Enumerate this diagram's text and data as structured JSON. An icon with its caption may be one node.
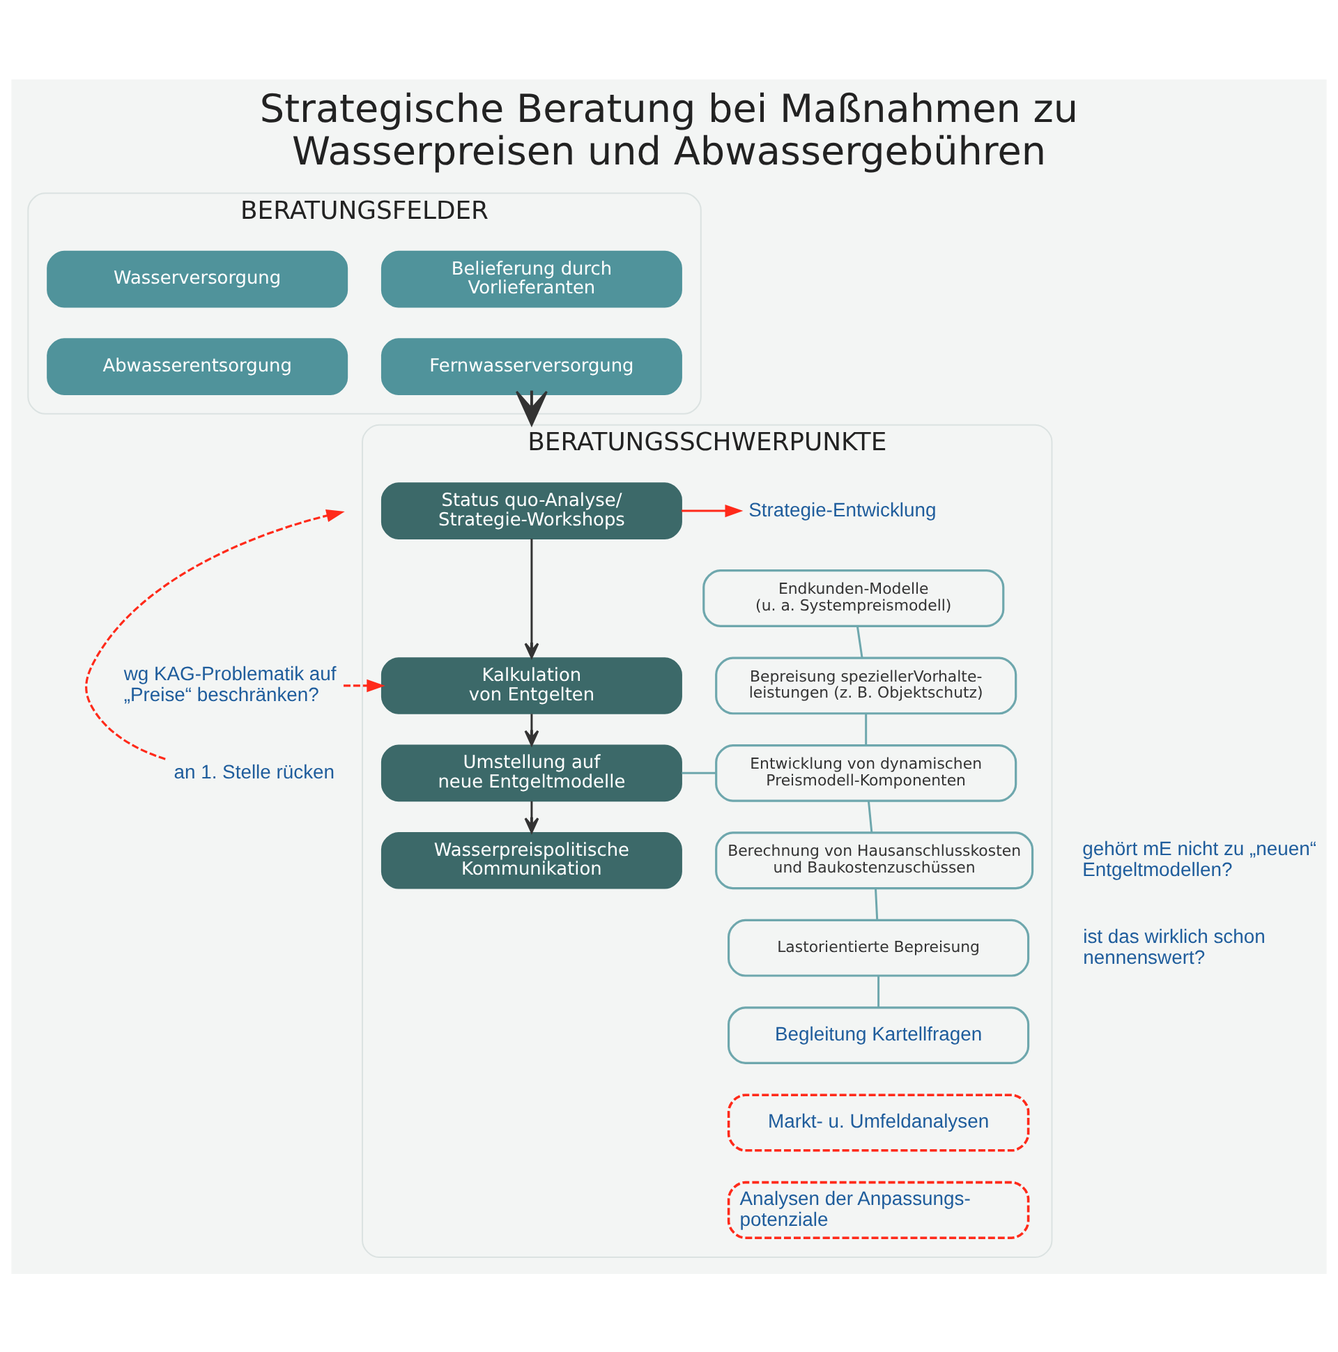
{
  "diagram": {
    "title": "Strategische Beratung bei Maßnahmen zu Wasserpreisen und Abwassergebühren",
    "nodes": [
      {
        "text": [
          "BERATUNGSFELDER"
        ]
      },
      {
        "text": [
          "Wasserversorgung"
        ],
        "in": 0
      },
      {
        "text": [
          "Belieferung durch Vorlieferanten"
        ],
        "in": 0
      },
      {
        "text": [
          "Abwasserentsorgung"
        ],
        "in": 0
      },
      {
        "text": [
          "Fernwasserversorgung"
        ],
        "in": 0
      },
      {
        "text": [
          "BERATUNGSSCHWERPUNKTE"
        ]
      },
      {
        "text": [
          "Status quo-Analyse/ Strategie-Workshops"
        ],
        "in": 5
      },
      {
        "text": [
          "Kalkulation von Entgelten"
        ],
        "in": 5
      },
      {
        "text": [
          "Umstellung auf neue Entgeltmodelle"
        ],
        "in": 5
      },
      {
        "text": [
          "Wasserpreispolitische Kommunikation"
        ],
        "in": 5
      },
      {
        "text": [
          "Strategie-Entwicklung"
        ],
        "in": 5
      },
      {
        "text": [
          "Endkunden-Modelle (u. a. Systempreismodell)"
        ],
        "in": 5
      },
      {
        "text": [
          "Bepreisung speziellerVorhalte- leistungen (z. B. Objektschutz)"
        ],
        "in": 5
      },
      {
        "text": [
          "Entwicklung von dynamischen Preismodell-Komponenten"
        ],
        "in": 5
      },
      {
        "text": [
          "Berechnung von Hausanschlusskosten und Baukostenzuschüssen"
        ],
        "in": 5,
        "beside": [
          "gehört mE nicht zu „neuen“ Entgeltmodellen?"
        ]
      },
      {
        "text": [
          "Lastorientierte Bepreisung"
        ],
        "in": 5,
        "beside": [
          "ist das wirklich schon nennenswert?"
        ]
      },
      {
        "text": [
          "Begleitung Kartellfragen"
        ],
        "in": 5
      },
      {
        "text": [
          "Markt- u. Umfeldanalysen"
        ],
        "in": 5
      },
      {
        "text": [
          "Analysen der Anpassungs- potenziale"
        ],
        "in": 5
      },
      {
        "text": [
          "wg KAG-Problematik auf „Preise“ beschränken?"
        ]
      },
      {
        "text": [
          "an 1. Stelle rücken"
        ]
      }
    ],
    "edges": [
      {
        "from": 0,
        "to": 5,
        "arrow": "to",
        "color": "#333333"
      },
      {
        "from": 6,
        "to": 7,
        "arrow": "to",
        "color": "#333333"
      },
      {
        "from": 7,
        "to": 8,
        "arrow": "to",
        "color": "#333333"
      },
      {
        "from": 8,
        "to": 9,
        "arrow": "to",
        "color": "#333333"
      },
      {
        "from": 8,
        "to": 13,
        "arrow": "none"
      },
      {
        "from": 11,
        "to": 12,
        "arrow": "none"
      },
      {
        "from": 12,
        "to": 13,
        "arrow": "none"
      },
      {
        "from": 13,
        "to": 14,
        "arrow": "none"
      },
      {
        "from": 14,
        "to": 15,
        "arrow": "none"
      },
      {
        "from": 15,
        "to": 16,
        "arrow": "none"
      },
      {
        "from": 6,
        "to": 10,
        "arrow": "to",
        "color": "#ff2a1a"
      },
      {
        "from": 19,
        "to": 7,
        "arrow": "to",
        "style": "dashed",
        "color": "#ff2a1a"
      },
      {
        "from": 20,
        "to": null,
        "arrow": "to",
        "style": "dashed",
        "color": "#ff2a1a"
      }
    ]
  }
}
